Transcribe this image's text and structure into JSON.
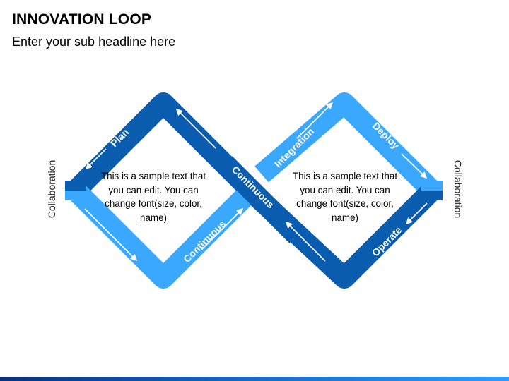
{
  "header": {
    "title": "INNOVATION LOOP",
    "subtitle": "Enter your sub headline here"
  },
  "diagram": {
    "labels": {
      "plan": "Plan",
      "integration": "Integration",
      "deploy": "Deploy",
      "operate": "Operate",
      "continuous_a": "Continuous",
      "continuous_b": "Continuous"
    },
    "left_text": "This is a sample text that you can edit. You can change font(size, color, name)",
    "right_text": "This is a sample text that you can edit. You can change font(size, color, name)",
    "side_left": "Collaboration",
    "side_right": "Collaboration",
    "colors": {
      "dark_blue": "#0a5cae",
      "mid_blue": "#1a82d8",
      "light_blue": "#3aa8ff",
      "arrow": "#ffffff"
    }
  }
}
